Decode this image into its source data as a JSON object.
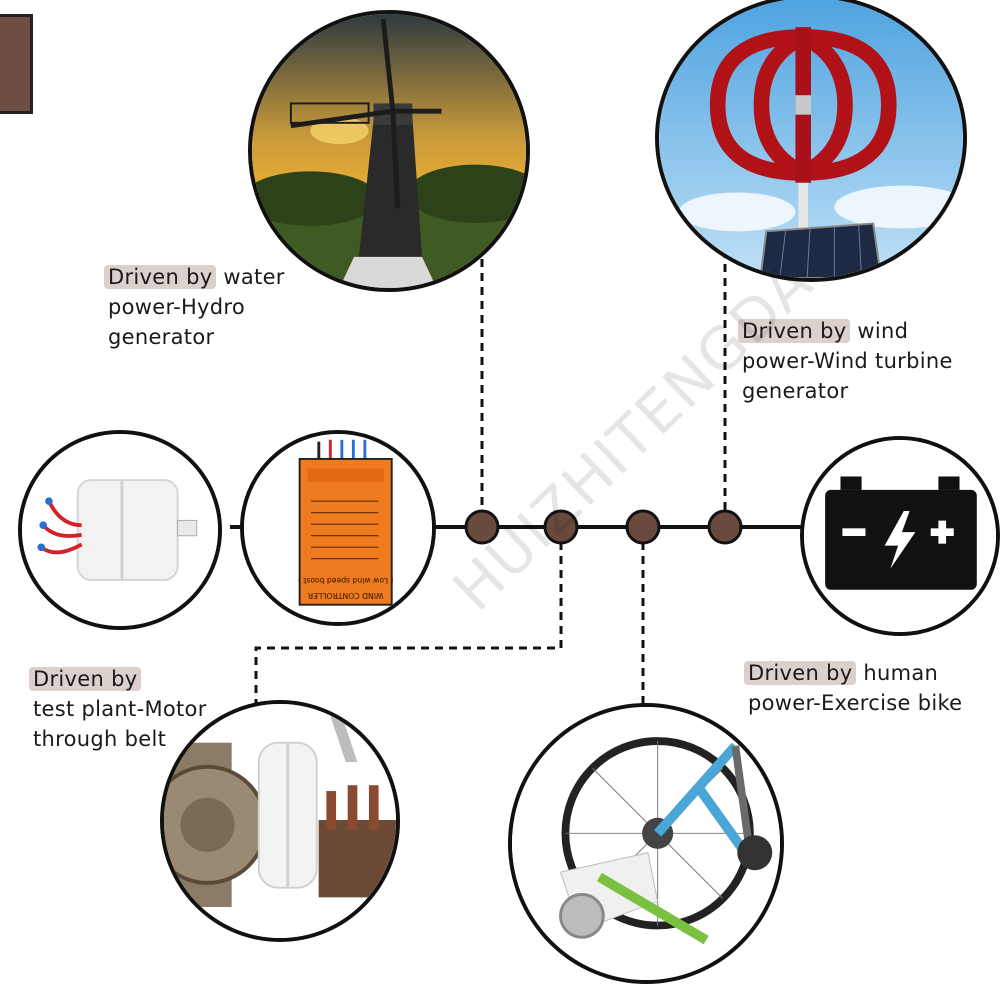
{
  "labels": {
    "hydro": {
      "lead": "Driven by",
      "rest1": " water",
      "line2": "power-Hydro",
      "line3": "generator"
    },
    "wind": {
      "lead": "Driven by",
      "rest1": " wind",
      "line2": "power-Wind turbine",
      "line3": "generator"
    },
    "motor": {
      "lead": "Driven by",
      "line2": "test plant-Motor",
      "line3": "through belt"
    },
    "bike": {
      "lead": "Driven by",
      "rest1": " human",
      "line2": "power-Exercise bike"
    }
  },
  "controller": {
    "title": "WIND CONTROLLER",
    "subtitle": "( Low wind speed boost )"
  },
  "watermark": "HUIZHITENGDA",
  "colors": {
    "node": "#6b4a3e",
    "corner_block": "#6e4e42",
    "label_highlight": "#dcd0cc",
    "controller_orange": "#f07a1e"
  }
}
